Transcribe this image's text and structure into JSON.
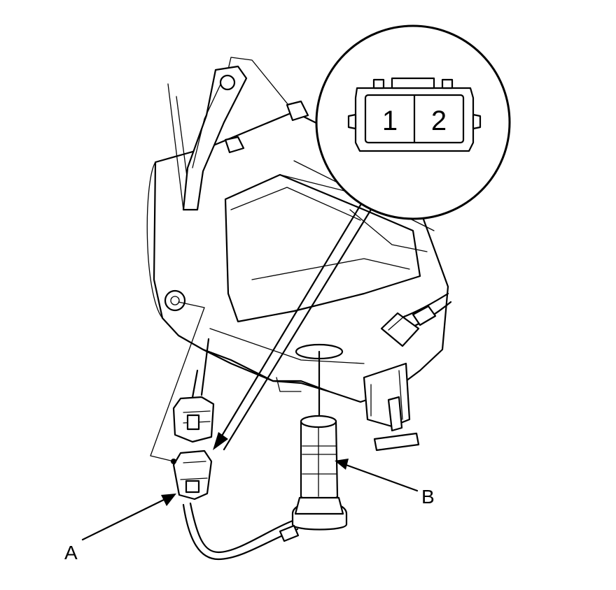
{
  "callouts": {
    "a": "A",
    "b": "B"
  },
  "connector_view": {
    "pins": [
      "1",
      "2"
    ]
  },
  "colors": {
    "line": "#000000",
    "background": "#ffffff"
  }
}
